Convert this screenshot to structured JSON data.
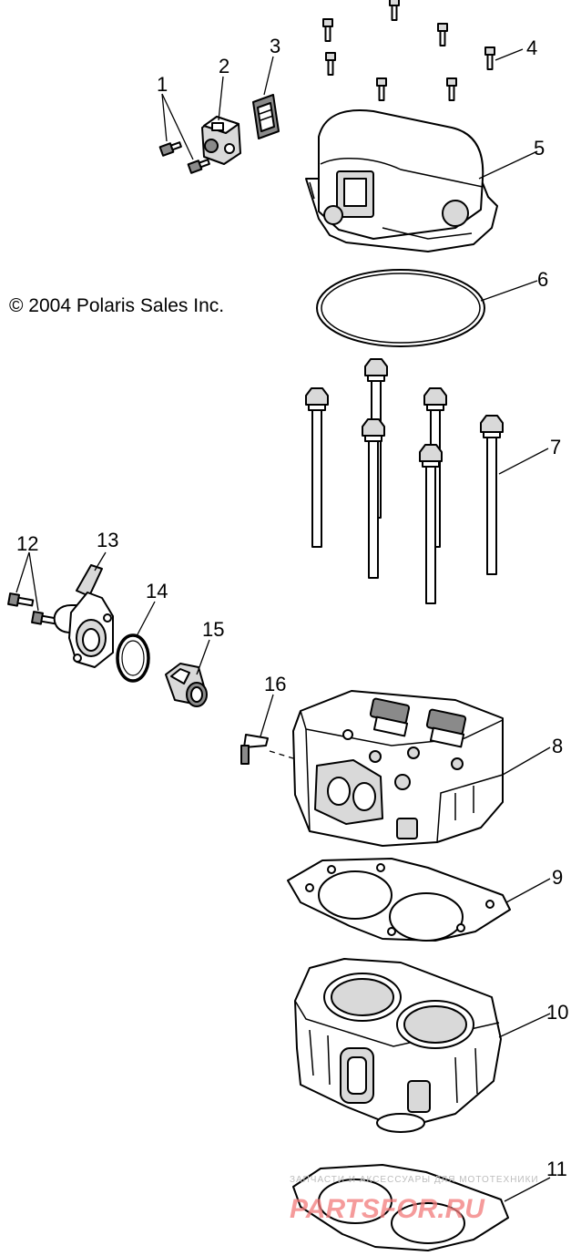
{
  "copyright": "© 2004 Polaris Sales Inc.",
  "callouts": [
    "1",
    "2",
    "3",
    "4",
    "5",
    "6",
    "7",
    "8",
    "9",
    "10",
    "11",
    "12",
    "13",
    "14",
    "15",
    "16"
  ],
  "watermark": {
    "small": "ЗАПЧАСТИ И АКСЕССУАРЫ ДЛЯ МОТОТЕХНИКИ",
    "big": "PARTSFOR.RU"
  },
  "colors": {
    "line": "#000000",
    "watermark": "#f27a7a",
    "background": "#ffffff"
  }
}
